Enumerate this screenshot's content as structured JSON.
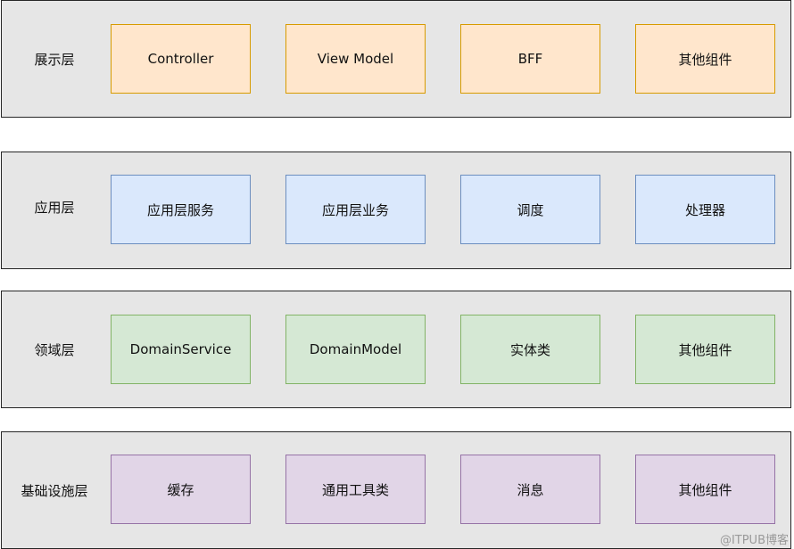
{
  "layers": [
    {
      "label": "展示层",
      "fill": "#ffe6cc",
      "stroke": "#d79b00",
      "components": [
        "Controller",
        "View Model",
        "BFF",
        "其他组件"
      ]
    },
    {
      "label": "应用层",
      "fill": "#dae8fc",
      "stroke": "#6c8ebf",
      "components": [
        "应用层服务",
        "应用层业务",
        "调度",
        "处理器"
      ]
    },
    {
      "label": "领域层",
      "fill": "#d5e8d4",
      "stroke": "#82b366",
      "components": [
        "DomainService",
        "DomainModel",
        "实体类",
        "其他组件"
      ]
    },
    {
      "label": "基础设施层",
      "fill": "#e1d5e7",
      "stroke": "#9673a6",
      "components": [
        "缓存",
        "通用工具类",
        "消息",
        "其他组件"
      ]
    }
  ],
  "layer_background": "#e6e6e6",
  "watermark": "@ITPUB博客"
}
